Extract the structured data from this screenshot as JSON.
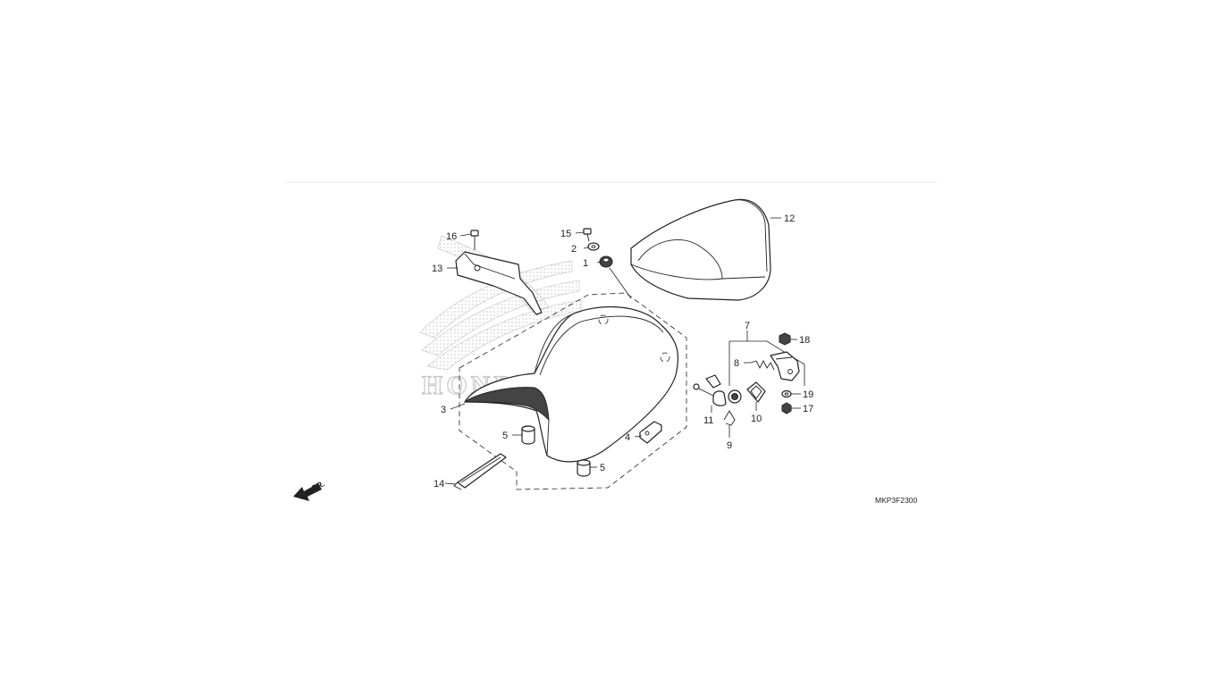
{
  "diagram": {
    "code": "MKP3F2300",
    "direction_label": "FR.",
    "watermark": "HONDA",
    "callouts": [
      {
        "id": "c1",
        "label": "1"
      },
      {
        "id": "c2",
        "label": "2"
      },
      {
        "id": "c3",
        "label": "3"
      },
      {
        "id": "c4",
        "label": "4"
      },
      {
        "id": "c5a",
        "label": "5"
      },
      {
        "id": "c5b",
        "label": "5"
      },
      {
        "id": "c7",
        "label": "7"
      },
      {
        "id": "c8",
        "label": "8"
      },
      {
        "id": "c9",
        "label": "9"
      },
      {
        "id": "c10",
        "label": "10"
      },
      {
        "id": "c11",
        "label": "11"
      },
      {
        "id": "c12",
        "label": "12"
      },
      {
        "id": "c13",
        "label": "13"
      },
      {
        "id": "c14",
        "label": "14"
      },
      {
        "id": "c15",
        "label": "15"
      },
      {
        "id": "c16",
        "label": "16"
      },
      {
        "id": "c17",
        "label": "17"
      },
      {
        "id": "c18",
        "label": "18"
      },
      {
        "id": "c19",
        "label": "19"
      }
    ],
    "colors": {
      "line": "#222222",
      "watermark": "#cfcfcf",
      "divider": "#e6e6e6"
    }
  }
}
